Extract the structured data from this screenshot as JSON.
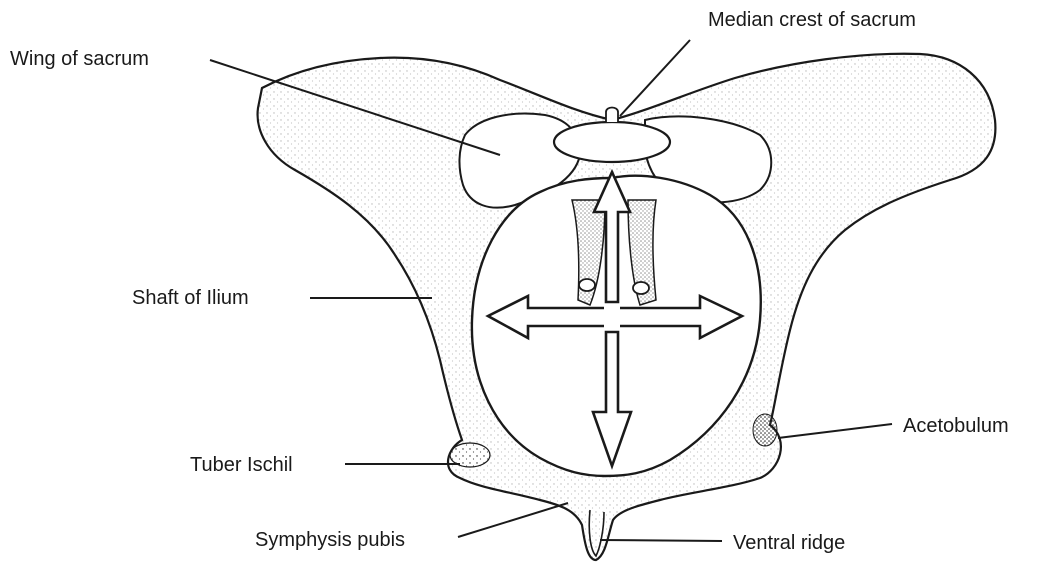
{
  "labels": {
    "median_crest": "Median crest of sacrum",
    "wing": "Wing of sacrum",
    "shaft": "Shaft of Ilium",
    "acetabulum": "Acetobulum",
    "tuber": "Tuber Ischil",
    "symphysis": "Symphysis pubis",
    "ventral": "Ventral ridge"
  },
  "colors": {
    "ink": "#1a1a1a",
    "background": "#ffffff"
  }
}
